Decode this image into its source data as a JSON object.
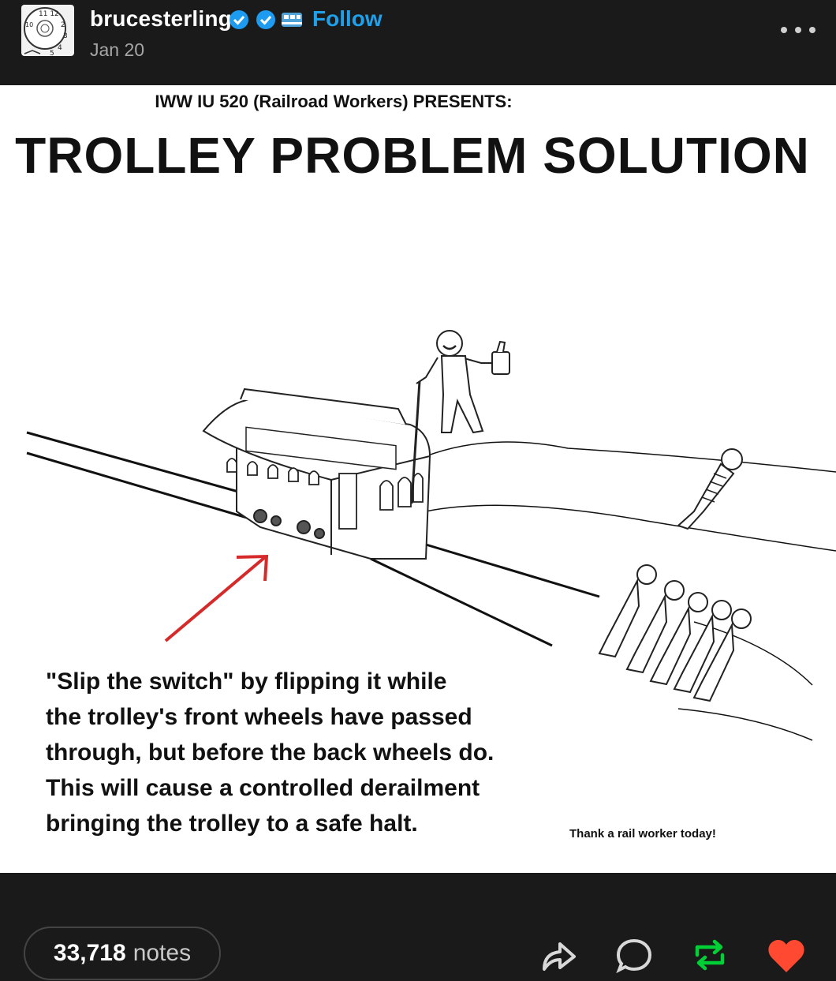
{
  "post": {
    "username": "brucesterling",
    "follow_label": "Follow",
    "date": "Jan 20"
  },
  "meme": {
    "presents": "IWW IU 520 (Railroad Workers) PRESENTS:",
    "title": "TROLLEY PROBLEM SOLUTION",
    "caption_lines": [
      "\"Slip the switch\" by flipping it while",
      "the trolley's front wheels have passed",
      "through, but before the back wheels do.",
      "This will cause a controlled derailment",
      "bringing the trolley to a safe halt."
    ],
    "thanks": "Thank a rail worker today!"
  },
  "footer": {
    "notes_count": "33,718",
    "notes_label": "notes"
  },
  "colors": {
    "follow": "#1ea0ea",
    "verified_badge": "#1d9bf0",
    "reblog": "#00cf35",
    "like": "#ff4930",
    "arrow": "#d62a2a"
  },
  "icons": [
    "more-options-icon",
    "verified-badge-icon",
    "train-badge-icon",
    "share-icon",
    "reply-icon",
    "reblog-icon",
    "like-heart-icon"
  ]
}
